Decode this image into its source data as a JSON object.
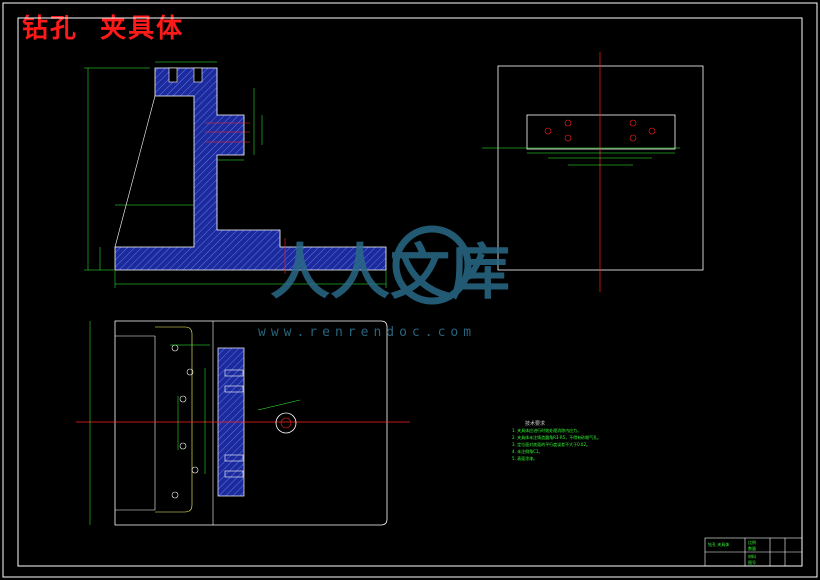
{
  "title": "钻孔  夹具体",
  "watermark": {
    "logo_text": "人人文库",
    "url": "www.renrendoc.com"
  },
  "colors": {
    "background": "#000000",
    "outline": "#ffffff",
    "section_fill": "#1f2a9a",
    "hatch": "#4a7cff",
    "centerline": "#ff2020",
    "dimension": "#33ff33",
    "title_text": "#ff1a1a",
    "watermark": "#2a6a88"
  },
  "views": {
    "front_section": "main-section-view",
    "top_right": "side-view",
    "bottom": "plan-view"
  },
  "technical_requirements": {
    "heading": "技术要求",
    "lines": [
      "1. 夹具体应进行时效处理消除内应力。",
      "2. 夹具体未注铸造圆角R3-R5，不得有砂眼气孔。",
      "3. 定位面对底面的平行度误差不大于0.02。",
      "4. 未注倒角C1。",
      "5. 表面涂漆。"
    ]
  },
  "title_block": {
    "name": "钻孔 夹具体",
    "rows": [
      "比例",
      "数量",
      "材料",
      "图号"
    ]
  }
}
